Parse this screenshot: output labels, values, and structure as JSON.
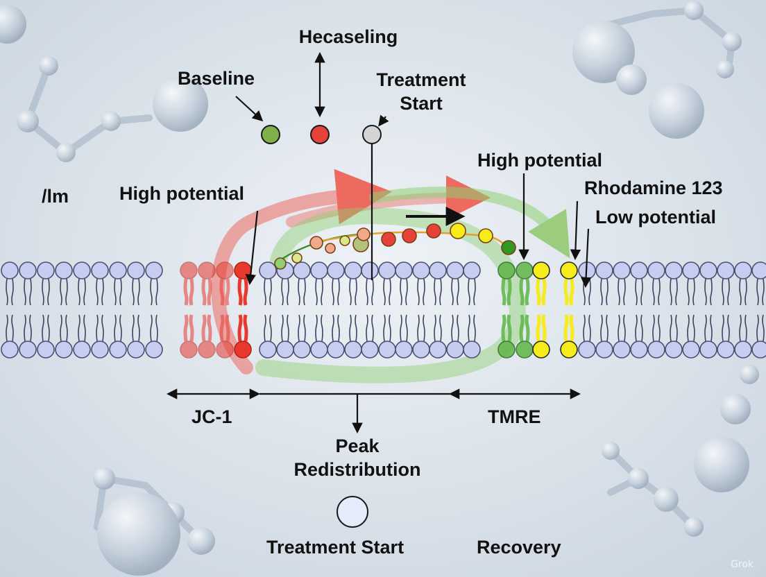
{
  "labels": {
    "hecaseling": "Hecaseling",
    "baseline": "Baseline",
    "treatment_start_top_1": "Treatment",
    "treatment_start_top_2": "Start",
    "psi_m": "/lm",
    "high_potential_left": "High potential",
    "high_potential_right": "High potential",
    "rhodamine": "Rhodamine 123",
    "low_potential": "Low potential",
    "jc1": "JC-1",
    "tmre": "TMRE",
    "peak_1": "Peak",
    "peak_2": "Redistribution",
    "treatment_start_bottom": "Treatment Start",
    "recovery": "Recovery",
    "brand": "Grok"
  },
  "colors": {
    "background": "#dfe6ee",
    "lipid_head": "#c7cdf0",
    "lipid_outline": "#4a5070",
    "jc1_red": "#e8392f",
    "tmre_green": "#5fb548",
    "rhodamine_yellow": "#f5ec1a",
    "baseline_dot": "#7fb04a",
    "hecaseling_dot": "#e5433a",
    "treatment_dot": "#d4d4d4"
  }
}
